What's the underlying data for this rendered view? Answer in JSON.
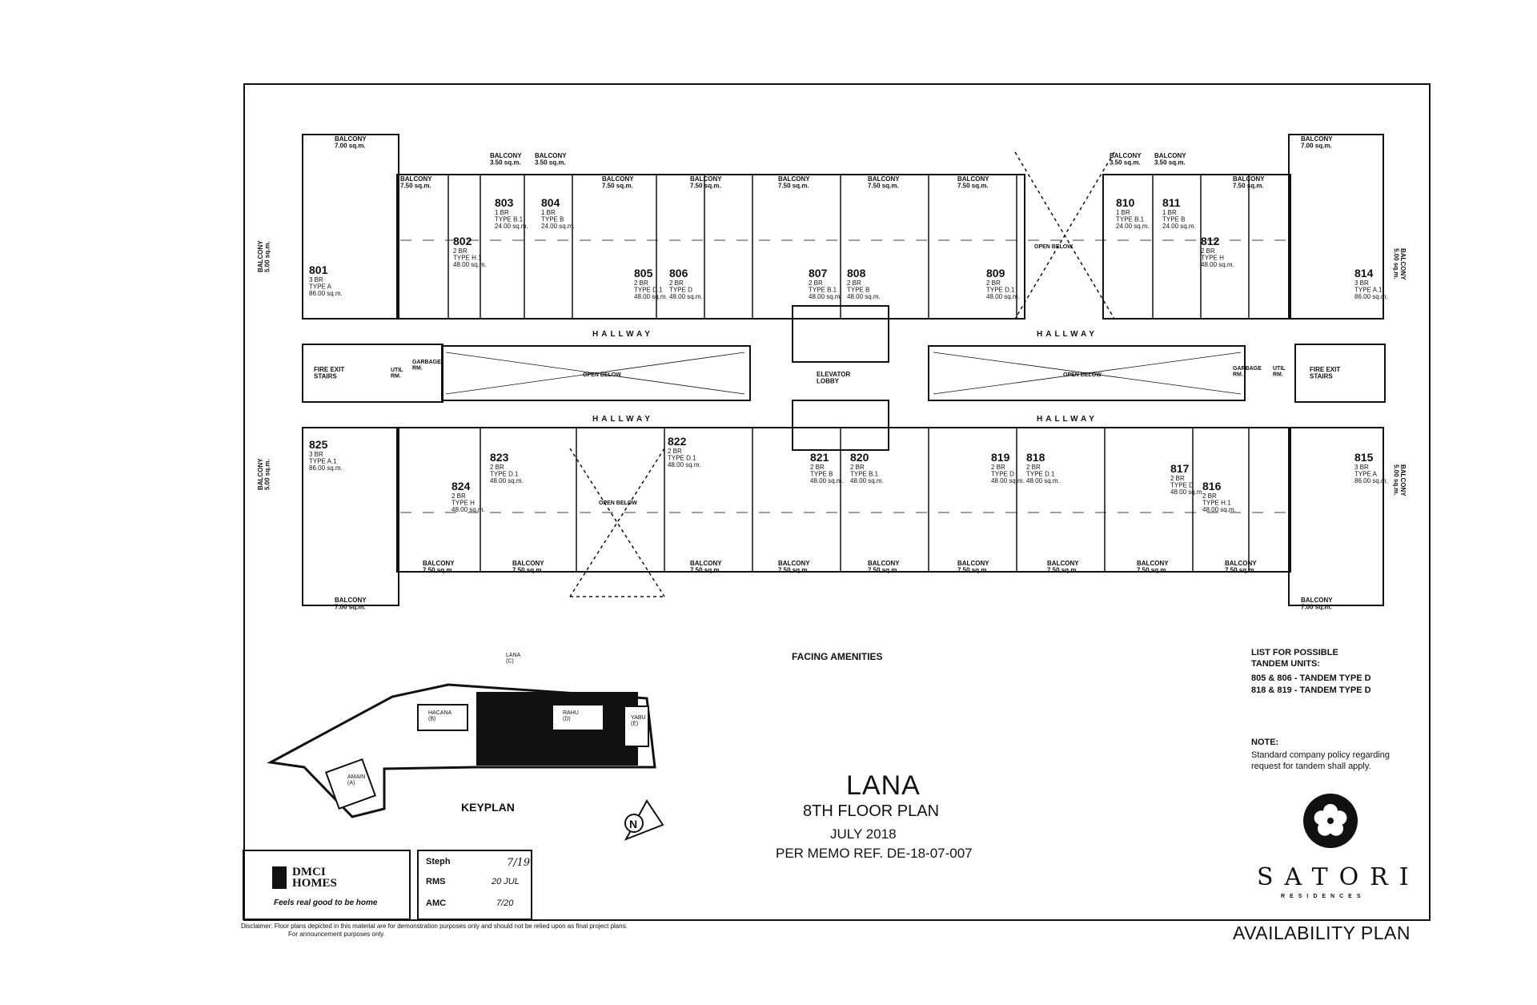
{
  "project": "LANA",
  "plan_title": "8TH FLOOR PLAN",
  "plan_date": "JULY 2018",
  "memo_ref": "PER MEMO REF. DE-18-07-007",
  "sheet_label": "AVAILABILITY PLAN",
  "facing": "FACING AMENITIES",
  "keyplan": {
    "label": "KEYPLAN",
    "buildings": [
      "LANA\n(C)",
      "HACANA\n(B)",
      "RAHU\n(D)",
      "YABU\n(E)",
      "AMAIN\n(A)"
    ]
  },
  "north": "N",
  "hallway": "HALLWAY",
  "open_below": "OPEN BELOW",
  "elevator": "ELEVATOR\nLOBBY",
  "fire_exit": "FIRE EXIT\nSTAIRS",
  "util": "UTIL\nRM.",
  "garbage": "GARBAGE\nRM.",
  "balconies": {
    "b700": "BALCONY\n7.00 sq.m.",
    "b750": "BALCONY\n7.50 sq.m.",
    "b350": "BALCONY\n3.50 sq.m.",
    "b500": "BALCONY\n5.00 sq.m."
  },
  "tandem": {
    "heading": "LIST FOR POSSIBLE\nTANDEM UNITS:",
    "items": [
      "805 & 806 - TANDEM TYPE D",
      "818 & 819 - TANDEM TYPE D"
    ]
  },
  "note": {
    "heading": "NOTE:",
    "text": "Standard company policy regarding\nrequest for tandem shall apply."
  },
  "brand": {
    "name": "SATORI",
    "sub": "RESIDENCES",
    "developer": "DMCI\nHOMES",
    "tagline": "Feels real good to be home"
  },
  "signoff": [
    {
      "role": "Steph",
      "date": "7/19"
    },
    {
      "role": "RMS",
      "date": "20 JUL"
    },
    {
      "role": "AMC",
      "date": "7/20"
    }
  ],
  "disclaimer": "Disclaimer:  Floor plans depicted in this material are for demonstration purposes only and should not be relied upon as final project plans.",
  "disclaimer2": "For announcement purposes only.",
  "units": [
    {
      "no": "801",
      "br": "3 BR",
      "type": "TYPE A",
      "area": "86.00 sq.m."
    },
    {
      "no": "802",
      "br": "2 BR",
      "type": "TYPE H.1",
      "area": "48.00 sq.m."
    },
    {
      "no": "803",
      "br": "1 BR",
      "type": "TYPE B.1",
      "area": "24.00 sq.m."
    },
    {
      "no": "804",
      "br": "1 BR",
      "type": "TYPE B",
      "area": "24.00 sq.m."
    },
    {
      "no": "805",
      "br": "2 BR",
      "type": "TYPE D.1",
      "area": "48.00 sq.m."
    },
    {
      "no": "806",
      "br": "2 BR",
      "type": "TYPE D",
      "area": "48.00 sq.m."
    },
    {
      "no": "807",
      "br": "2 BR",
      "type": "TYPE B.1",
      "area": "48.00 sq.m."
    },
    {
      "no": "808",
      "br": "2 BR",
      "type": "TYPE B",
      "area": "48.00 sq.m."
    },
    {
      "no": "809",
      "br": "2 BR",
      "type": "TYPE D.1",
      "area": "48.00 sq.m."
    },
    {
      "no": "810",
      "br": "1 BR",
      "type": "TYPE B.1",
      "area": "24.00 sq.m."
    },
    {
      "no": "811",
      "br": "1 BR",
      "type": "TYPE B",
      "area": "24.00 sq.m."
    },
    {
      "no": "812",
      "br": "2 BR",
      "type": "TYPE H",
      "area": "48.00 sq.m."
    },
    {
      "no": "814",
      "br": "3 BR",
      "type": "TYPE A.1",
      "area": "86.00 sq.m."
    },
    {
      "no": "815",
      "br": "3 BR",
      "type": "TYPE A",
      "area": "86.00 sq.m."
    },
    {
      "no": "816",
      "br": "2 BR",
      "type": "TYPE H.1",
      "area": "48.00 sq.m."
    },
    {
      "no": "817",
      "br": "2 BR",
      "type": "TYPE D",
      "area": "48.00 sq.m."
    },
    {
      "no": "818",
      "br": "2 BR",
      "type": "TYPE D.1",
      "area": "48.00 sq.m."
    },
    {
      "no": "819",
      "br": "2 BR",
      "type": "TYPE D",
      "area": "48.00 sq.m."
    },
    {
      "no": "820",
      "br": "2 BR",
      "type": "TYPE B.1",
      "area": "48.00 sq.m."
    },
    {
      "no": "821",
      "br": "2 BR",
      "type": "TYPE B",
      "area": "48.00 sq.m."
    },
    {
      "no": "822",
      "br": "2 BR",
      "type": "TYPE D.1",
      "area": "48.00 sq.m."
    },
    {
      "no": "823",
      "br": "2 BR",
      "type": "TYPE D.1",
      "area": "48.00 sq.m."
    },
    {
      "no": "824",
      "br": "2 BR",
      "type": "TYPE H",
      "area": "48.00 sq.m."
    },
    {
      "no": "825",
      "br": "3 BR",
      "type": "TYPE A.1",
      "area": "86.00 sq.m."
    }
  ]
}
